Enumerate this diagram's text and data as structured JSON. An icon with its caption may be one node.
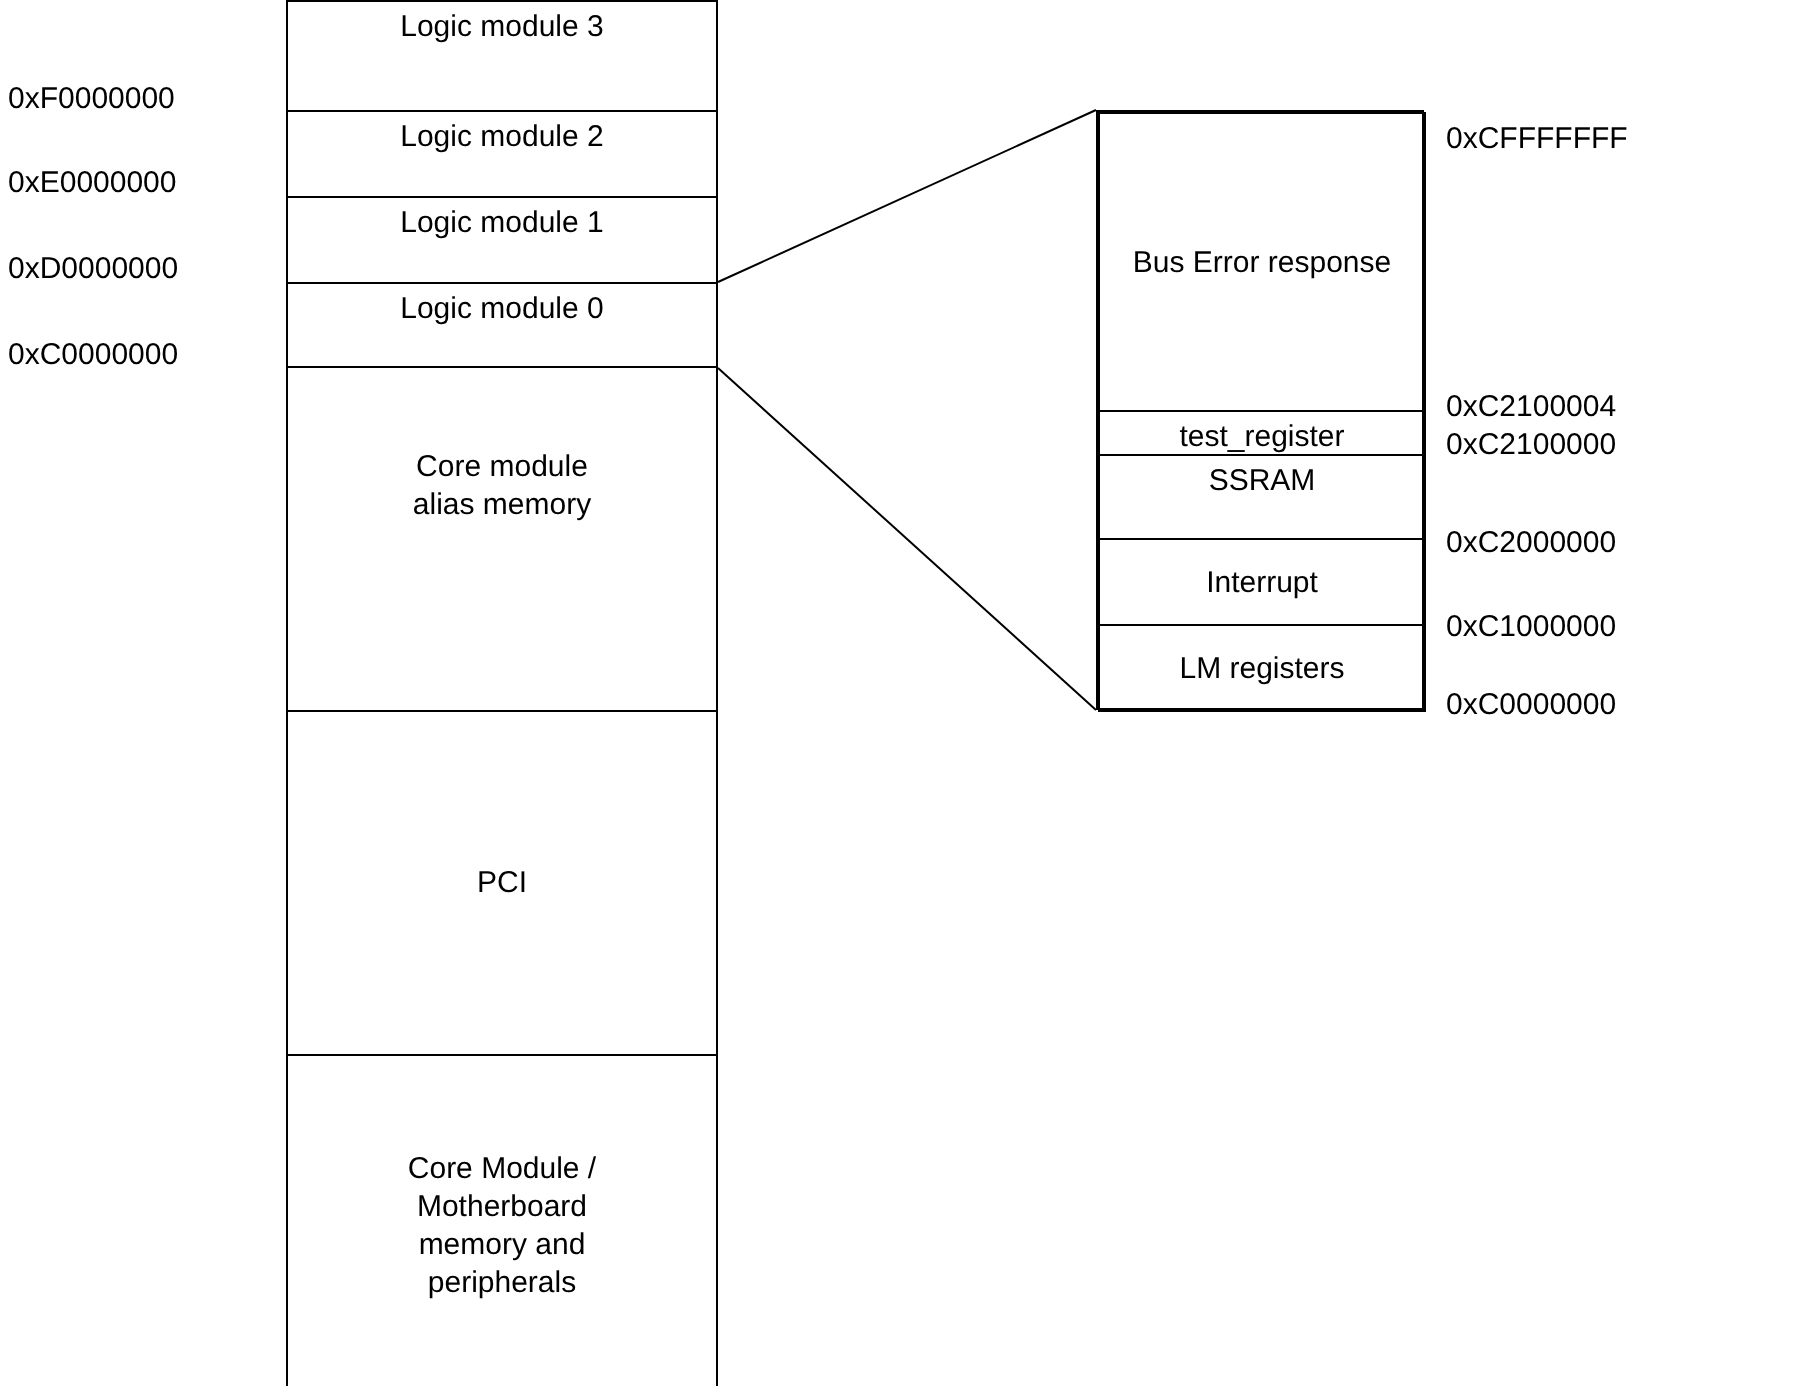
{
  "diagram": {
    "nodes": [
      {
        "text": [
          "Logic module 3"
        ]
      },
      {
        "text": [
          "Logic module 2"
        ]
      },
      {
        "text": [
          "Logic module 1"
        ]
      },
      {
        "text": [
          "Logic module 0"
        ]
      },
      {
        "text": [
          "Core module alias memory"
        ]
      },
      {
        "text": [
          "PCI"
        ]
      },
      {
        "text": [
          "Core Module / Motherboard memory and peripherals"
        ]
      },
      {
        "text": [],
        "shape": "box"
      },
      {
        "text": [
          "Bus Error response"
        ],
        "in": 7
      },
      {
        "text": [
          "test_register"
        ],
        "in": 7
      },
      {
        "text": [
          "SSRAM"
        ],
        "in": 7
      },
      {
        "text": [
          "Interrupt"
        ],
        "in": 7
      },
      {
        "text": [
          "LM registers"
        ],
        "in": 7
      }
    ],
    "edges": [
      {
        "from": 3,
        "to": 7,
        "arrow": "none"
      },
      {
        "from": 3,
        "to": 7,
        "arrow": "none"
      }
    ],
    "labels": [
      "0xF0000000",
      "0xE0000000",
      "0xD0000000",
      "0xC0000000",
      "0xCFFFFFFF",
      "0xC2100004",
      "0xC2100000",
      "0xC2000000",
      "0xC1000000",
      "0xC0000000"
    ]
  }
}
